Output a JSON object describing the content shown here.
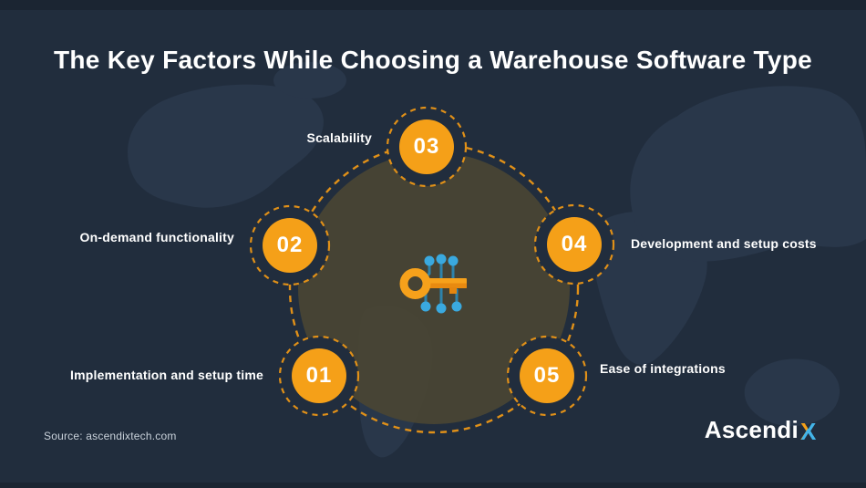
{
  "title": "The Key Factors While Choosing a Warehouse Software Type",
  "source_text": "Source: ascendixtech.com",
  "logo": {
    "text": "Ascendi",
    "x": "X"
  },
  "center_icon": "key-with-circuit-icon",
  "factors": [
    {
      "number": "01",
      "label": "Implementation and setup time"
    },
    {
      "number": "02",
      "label": "On-demand functionality"
    },
    {
      "number": "03",
      "label": "Scalability"
    },
    {
      "number": "04",
      "label": "Development and setup costs"
    },
    {
      "number": "05",
      "label": "Ease of integrations"
    }
  ],
  "colors": {
    "background": "#212d3d",
    "accent_orange": "#f5a018",
    "dashed_ring_orange": "#e09018",
    "circuit_blue": "#3aa9df",
    "center_circle_olive": "#4a4533",
    "text_white": "#ffffff",
    "logo_blue": "#43b4e8"
  }
}
